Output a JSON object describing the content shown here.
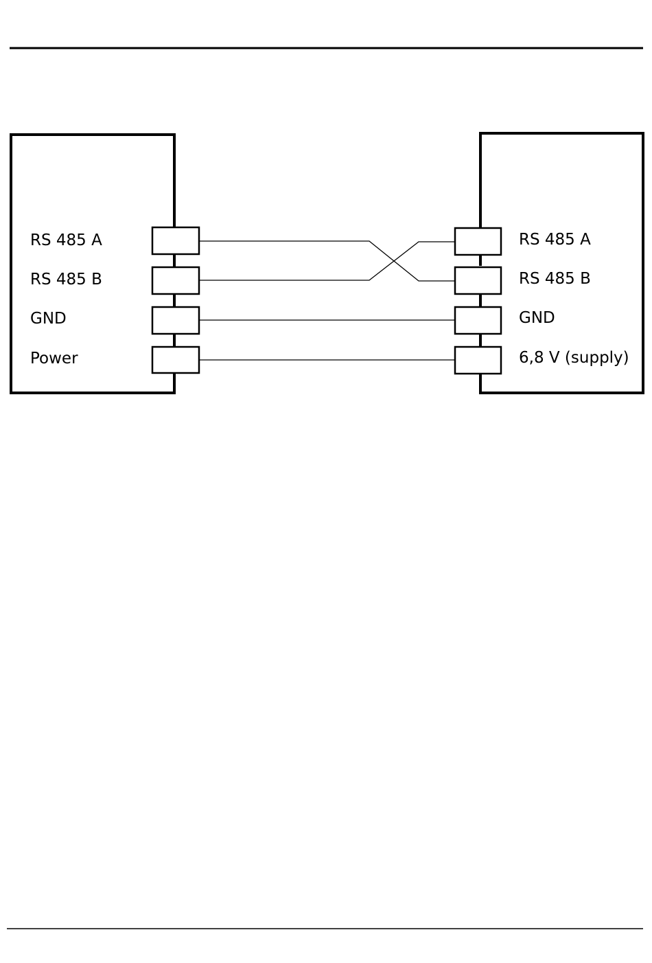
{
  "colors": {
    "line": "#000000",
    "background": "#ffffff"
  },
  "left_device": {
    "pins": [
      {
        "label": "RS 485 A"
      },
      {
        "label": "RS 485 B"
      },
      {
        "label": "GND"
      },
      {
        "label": "Power"
      }
    ]
  },
  "right_device": {
    "pins": [
      {
        "label": "RS 485 A"
      },
      {
        "label": "RS 485 B"
      },
      {
        "label": "GND"
      },
      {
        "label": "6,8 V (supply)"
      }
    ]
  },
  "connections": [
    {
      "from": "left_device.pins.0",
      "to": "right_device.pins.1",
      "crossed": true
    },
    {
      "from": "left_device.pins.1",
      "to": "right_device.pins.0",
      "crossed": true
    },
    {
      "from": "left_device.pins.2",
      "to": "right_device.pins.2",
      "crossed": false
    },
    {
      "from": "left_device.pins.3",
      "to": "right_device.pins.3",
      "crossed": false
    }
  ]
}
